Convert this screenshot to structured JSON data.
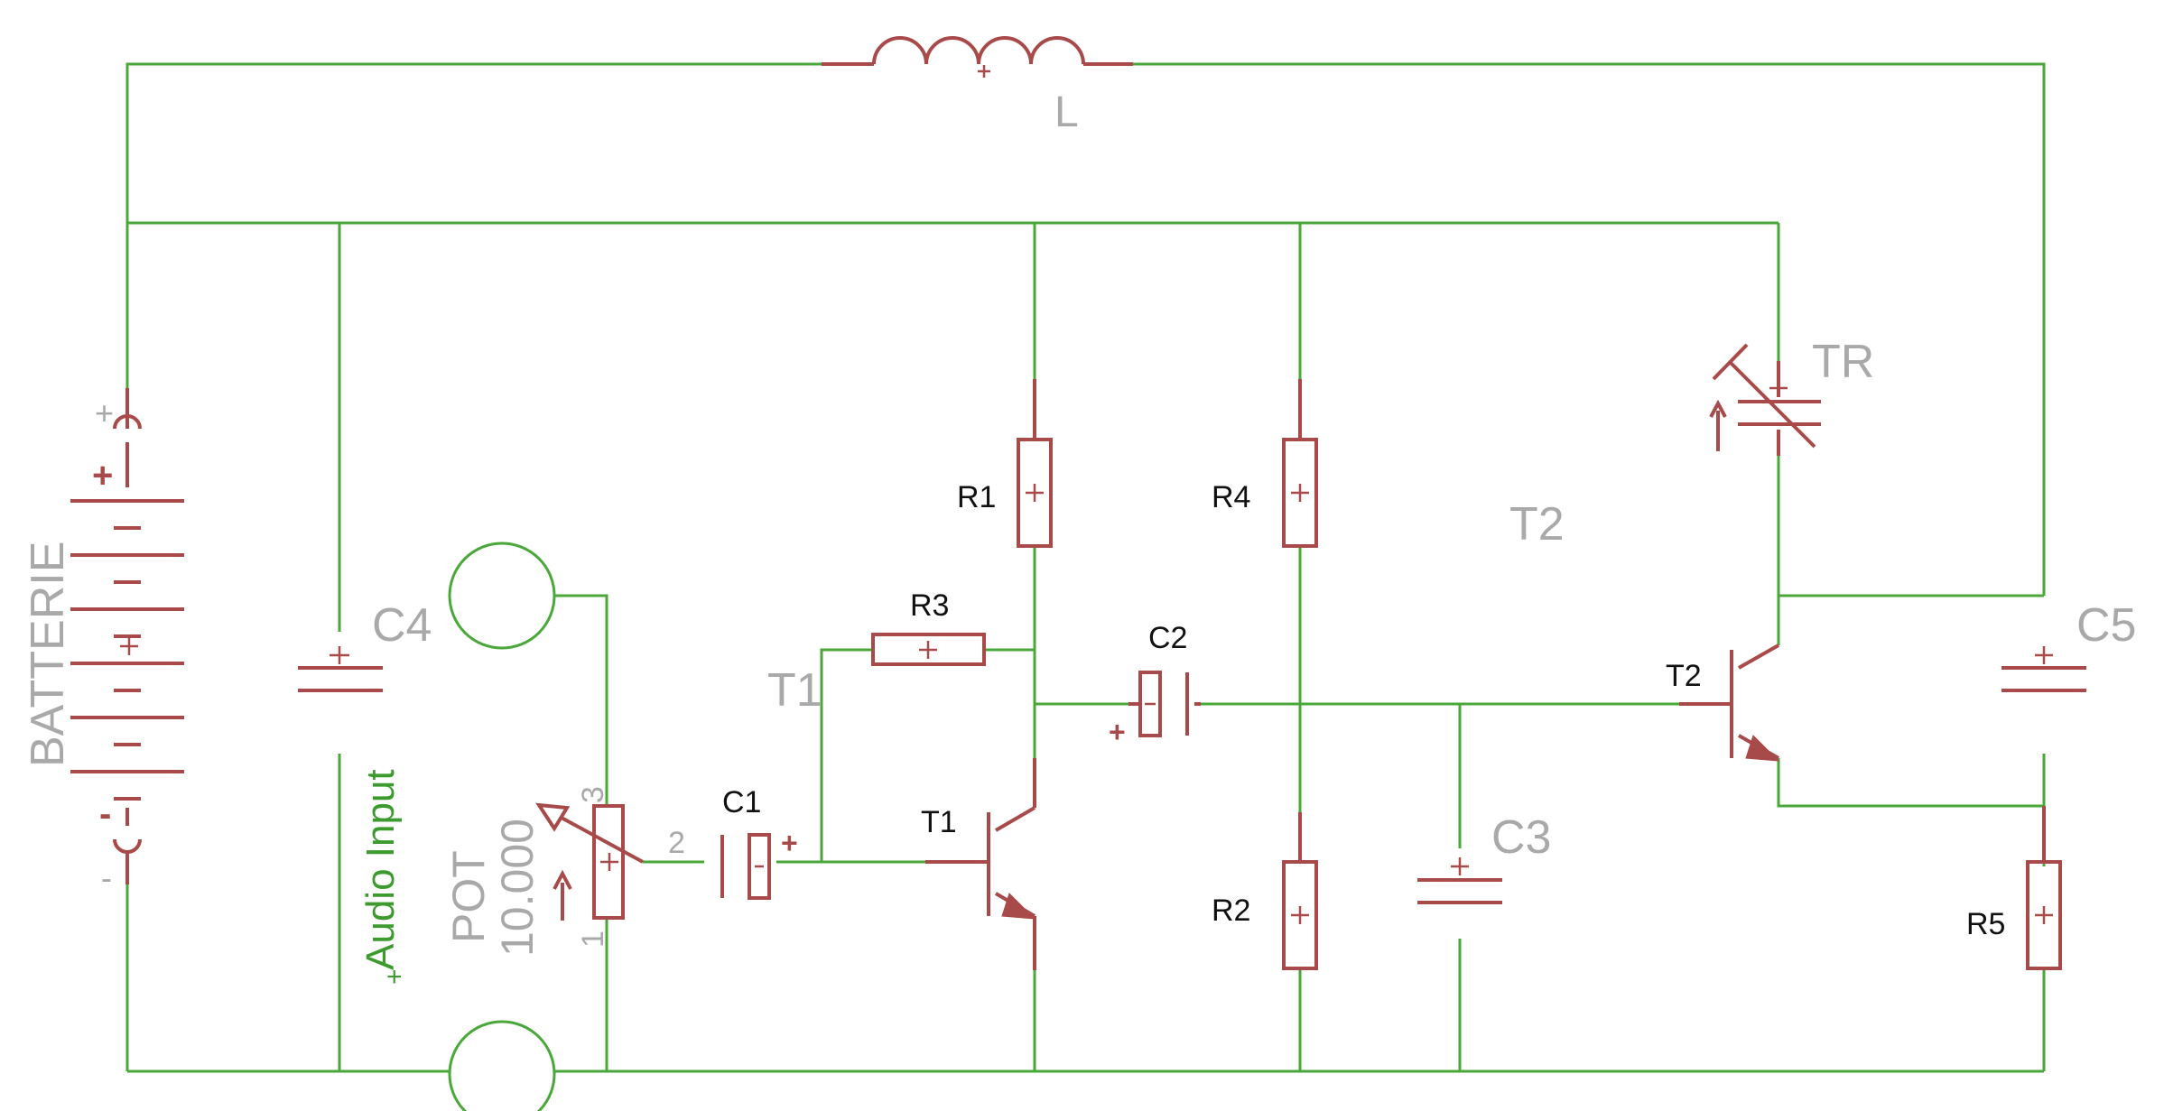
{
  "components": {
    "inductor": "L",
    "battery": "BATTERIE",
    "battery_pos": "+",
    "battery_neg": "-",
    "c4": "C4",
    "audio_input": "Audio Input",
    "pot_name": "POT",
    "pot_value": "10.000",
    "pot_pin1": "1",
    "pot_pin2": "2",
    "pot_pin3": "3",
    "c1": "C1",
    "t1_grey": "T1",
    "t1": "T1",
    "r1": "R1",
    "r3": "R3",
    "c2": "C2",
    "r4": "R4",
    "r2": "R2",
    "c3": "C3",
    "t2_grey": "T2",
    "t2": "T2",
    "tr": "TR",
    "c5": "C5",
    "r5": "R5"
  },
  "colors": {
    "wire": "#4aa83a",
    "symbol": "#a84a4a",
    "label_grey": "#a9a9a9",
    "background": "#ffffff"
  }
}
